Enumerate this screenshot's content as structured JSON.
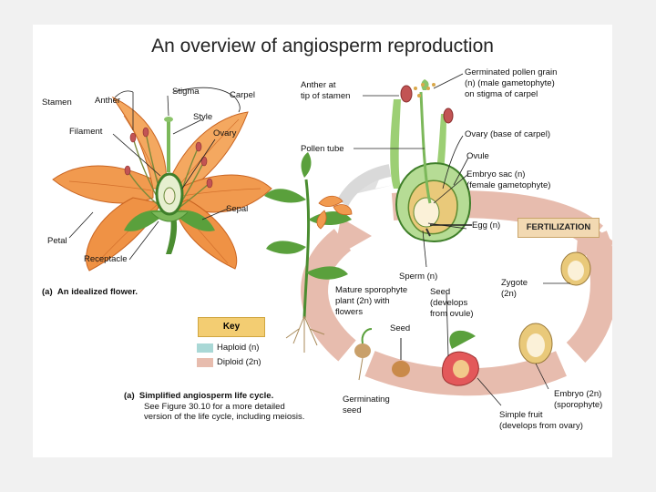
{
  "title": "An overview of angiosperm reproduction",
  "flower_labels": {
    "stamen": "Stamen",
    "anther": "Anther",
    "stigma": "Stigma",
    "carpel": "Carpel",
    "style": "Style",
    "filament": "Filament",
    "ovary": "Ovary",
    "sepal": "Sepal",
    "petal": "Petal",
    "receptacle": "Receptacle"
  },
  "flower_caption": {
    "letter": "(a)",
    "text": "An idealized flower."
  },
  "cycle_labels": {
    "anther_tip_1": "Anther at",
    "anther_tip_2": "tip of stamen",
    "pollen_grain_1": "Germinated pollen grain",
    "pollen_grain_2": "(n) (male gametophyte)",
    "pollen_grain_3": "on stigma of carpel",
    "pollen_tube": "Pollen tube",
    "ovary_base": "Ovary (base of carpel)",
    "ovule": "Ovule",
    "embryo_sac_1": "Embryo sac (n)",
    "embryo_sac_2": "(female gametophyte)",
    "egg": "Egg (n)",
    "fertilization": "FERTILIZATION",
    "sperm": "Sperm (n)",
    "zygote_1": "Zygote",
    "zygote_2": "(2n)",
    "mature_1": "Mature sporophyte",
    "mature_2": "plant (2n) with",
    "mature_3": "flowers",
    "seed_develops_1": "Seed",
    "seed_develops_2": "(develops",
    "seed_develops_3": "from ovule)",
    "seed": "Seed",
    "germinating_1": "Germinating",
    "germinating_2": "seed",
    "embryo_1": "Embryo (2n)",
    "embryo_2": "(sporophyte)",
    "fruit_1": "Simple fruit",
    "fruit_2": "(develops from ovary)"
  },
  "key": {
    "title": "Key",
    "haploid": "Haploid (n)",
    "diploid": "Diploid (2n)",
    "haploid_color": "#a9d8d6",
    "diploid_color": "#e7bcae"
  },
  "cycle_caption": {
    "letter": "(a)",
    "line1": "Simplified angiosperm life cycle.",
    "line2": "See Figure 30.10 for a more detailed",
    "line3": "version of the life cycle, including meiosis."
  },
  "colors": {
    "petal": "#f19a4f",
    "petal_dark": "#d66b25",
    "leaf": "#5aa03c",
    "cycle_arrow": "#e7bcae"
  }
}
